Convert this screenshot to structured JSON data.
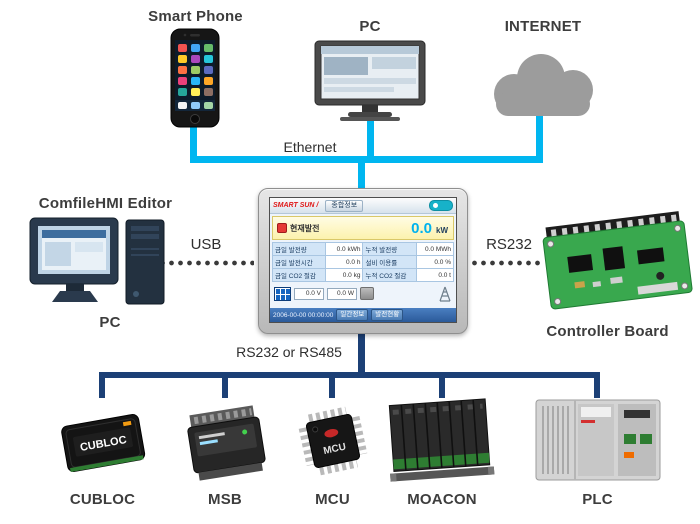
{
  "colors": {
    "ethernet_line": "#00b6f0",
    "serial_line": "#1c4076",
    "background": "#ffffff"
  },
  "top": {
    "smartphone_label": "Smart Phone",
    "pc_label": "PC",
    "internet_label": "INTERNET",
    "ethernet_label": "Ethernet"
  },
  "left": {
    "editor_label": "ComfileHMI Editor",
    "usb_label": "USB",
    "pc_label": "PC"
  },
  "right": {
    "rs232_label": "RS232",
    "controller_label": "Controller Board"
  },
  "bottom": {
    "bus_label": "RS232 or RS485",
    "device_labels": [
      "CUBLOC",
      "MSB",
      "MCU",
      "MOACON",
      "PLC"
    ]
  },
  "device_markings": {
    "cubloc": "CUBLOC",
    "mcu": "MCU"
  },
  "hmi": {
    "brand": "SMART SUN /",
    "tab": "종합정보",
    "gen_label": "현재발전",
    "gen_value": "0.0",
    "gen_unit": "kW",
    "table": [
      {
        "l1": "금일 발전량",
        "v1": "0.0 kWh",
        "l2": "누적 발전량",
        "v2": "0.0 MWh"
      },
      {
        "l1": "금일 발전시간",
        "v1": "0.0 h",
        "l2": "설비 이용률",
        "v2": "0.0 %"
      },
      {
        "l1": "금일 CO2 절감",
        "v1": "0.0 kg",
        "l2": "누적 CO2 절감",
        "v2": "0.0 t"
      }
    ],
    "meter1": "0.0 V",
    "meter2": "0.0 W",
    "footer_time": "2006-00-00 00:00:00",
    "footer_buttons": [
      "일간정보",
      "발전현황"
    ]
  }
}
